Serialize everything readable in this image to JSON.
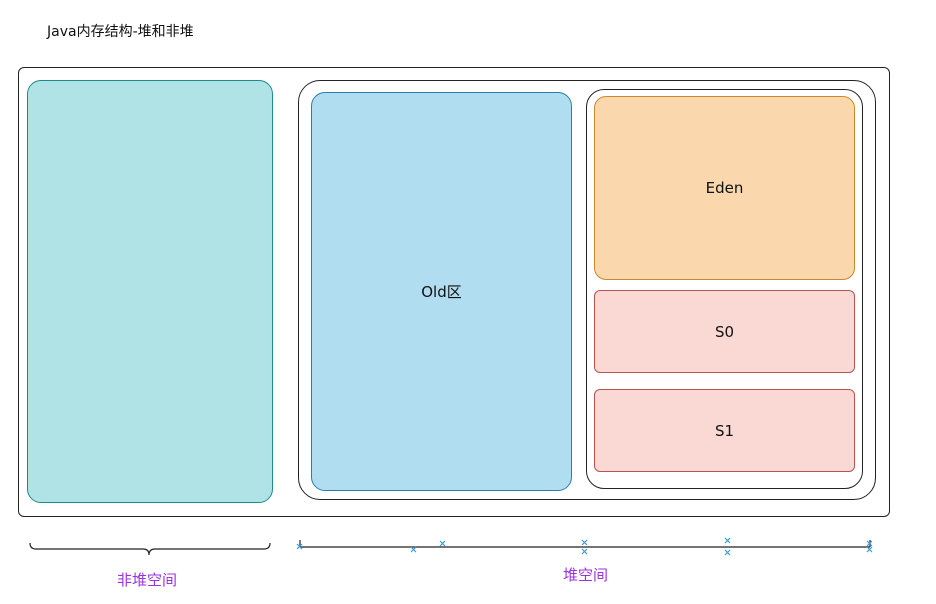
{
  "title": "Java内存结构-堆和非堆",
  "regions": {
    "old": "Old区",
    "eden": "Eden",
    "s0": "S0",
    "s1": "S1"
  },
  "labels": {
    "non_heap": "非堆空间",
    "heap": "堆空间"
  },
  "colors": {
    "non_heap_fill": "#b0e3e6",
    "old_fill": "#b1ddf0",
    "eden_fill": "#fad7ac",
    "survivor_fill": "#fad9d5",
    "label_text": "#9932e0",
    "marker": "#3a9ad9"
  }
}
